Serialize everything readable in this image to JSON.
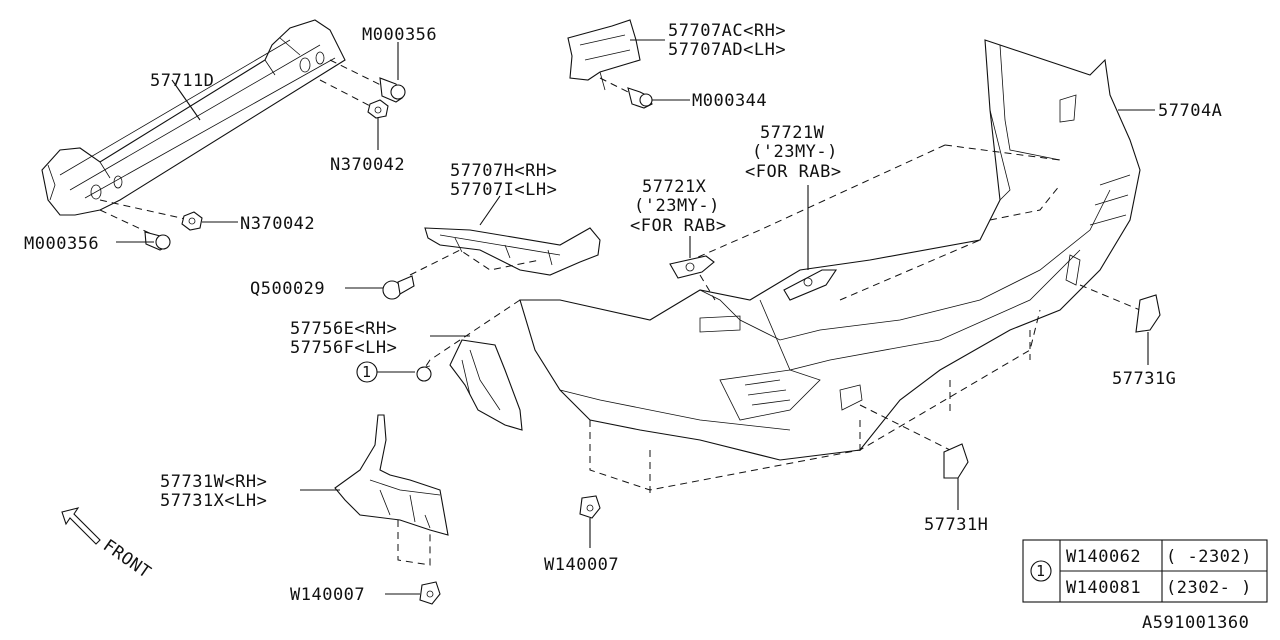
{
  "parts": {
    "p57711d": "57711D",
    "m000356_top": "M000356",
    "n370042_top": "N370042",
    "n370042_bot": "N370042",
    "m000356_bot": "M000356",
    "p57707ac": "57707AC<RH>",
    "p57707ad": "57707AD<LH>",
    "m000344": "M000344",
    "p57704a": "57704A",
    "p57721w_1": "57721W",
    "p57721w_2": "('23MY-)",
    "p57721w_3": "<FOR RAB>",
    "p57707h": "57707H<RH>",
    "p57707i": "57707I<LH>",
    "p57721x_1": "57721X",
    "p57721x_2": "('23MY-)",
    "p57721x_3": "<FOR RAB>",
    "q500029": "Q500029",
    "p57756e": "57756E<RH>",
    "p57756f": "57756F<LH>",
    "callout_1": "1",
    "p57731g": "57731G",
    "p57731w": "57731W<RH>",
    "p57731x": "57731X<LH>",
    "w140007_mid": "W140007",
    "w140007_bot": "W140007",
    "p57731h": "57731H",
    "front": "FRONT"
  },
  "legend": {
    "ref": "1",
    "rows": [
      {
        "part": "W140062",
        "range": "( -2302)"
      },
      {
        "part": "W140081",
        "range": "(2302- )"
      }
    ]
  },
  "diagram_id": "A591001360"
}
